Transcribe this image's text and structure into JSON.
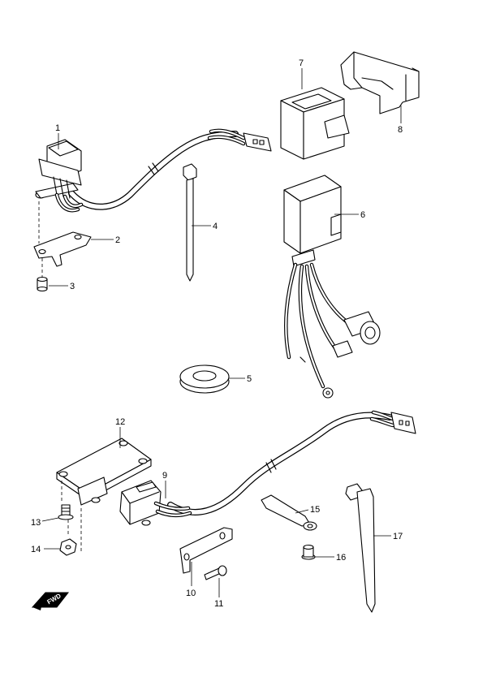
{
  "callouts": {
    "c1": "1",
    "c2": "2",
    "c3": "3",
    "c4": "4",
    "c5": "5",
    "c6": "6",
    "c7": "7",
    "c8": "8",
    "c9": "9",
    "c10": "10",
    "c11": "11",
    "c12": "12",
    "c13": "13",
    "c14": "14",
    "c15": "15",
    "c16": "16",
    "c17": "17"
  },
  "direction_marker": {
    "label": "FWD"
  }
}
